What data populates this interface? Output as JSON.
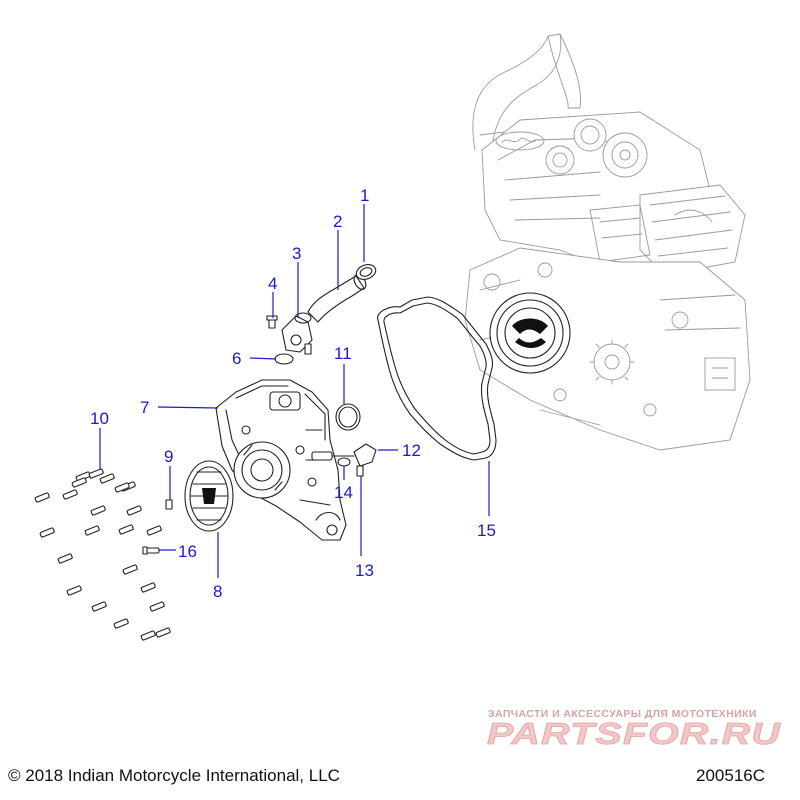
{
  "diagram": {
    "callouts": [
      {
        "number": "1",
        "part": "hose-clamp"
      },
      {
        "number": "2",
        "part": "coolant-hose"
      },
      {
        "number": "3",
        "part": "coolant-outlet-fitting"
      },
      {
        "number": "4",
        "part": "fitting-bolt"
      },
      {
        "number": "6",
        "part": "o-ring"
      },
      {
        "number": "7",
        "part": "engine-cover"
      },
      {
        "number": "8",
        "part": "cover-plate"
      },
      {
        "number": "9",
        "part": "plate-screw"
      },
      {
        "number": "10",
        "part": "cover-bolt-set"
      },
      {
        "number": "11",
        "part": "seal-ring"
      },
      {
        "number": "12",
        "part": "temperature-sensor"
      },
      {
        "number": "13",
        "part": "sensor-screw"
      },
      {
        "number": "14",
        "part": "sensor-washer"
      },
      {
        "number": "15",
        "part": "cover-gasket"
      },
      {
        "number": "16",
        "part": "cover-bolt"
      }
    ],
    "callout_color": "#1a1ad0"
  },
  "footer": {
    "copyright": "© 2018 Indian Motorcycle International, LLC",
    "drawing_code": "200516C"
  },
  "watermark": {
    "tagline": "ЗАПЧАСТИ И АКСЕССУАРЫ ДЛЯ МОТОТЕХНИКИ",
    "brand": "PARTSFOR.RU"
  }
}
